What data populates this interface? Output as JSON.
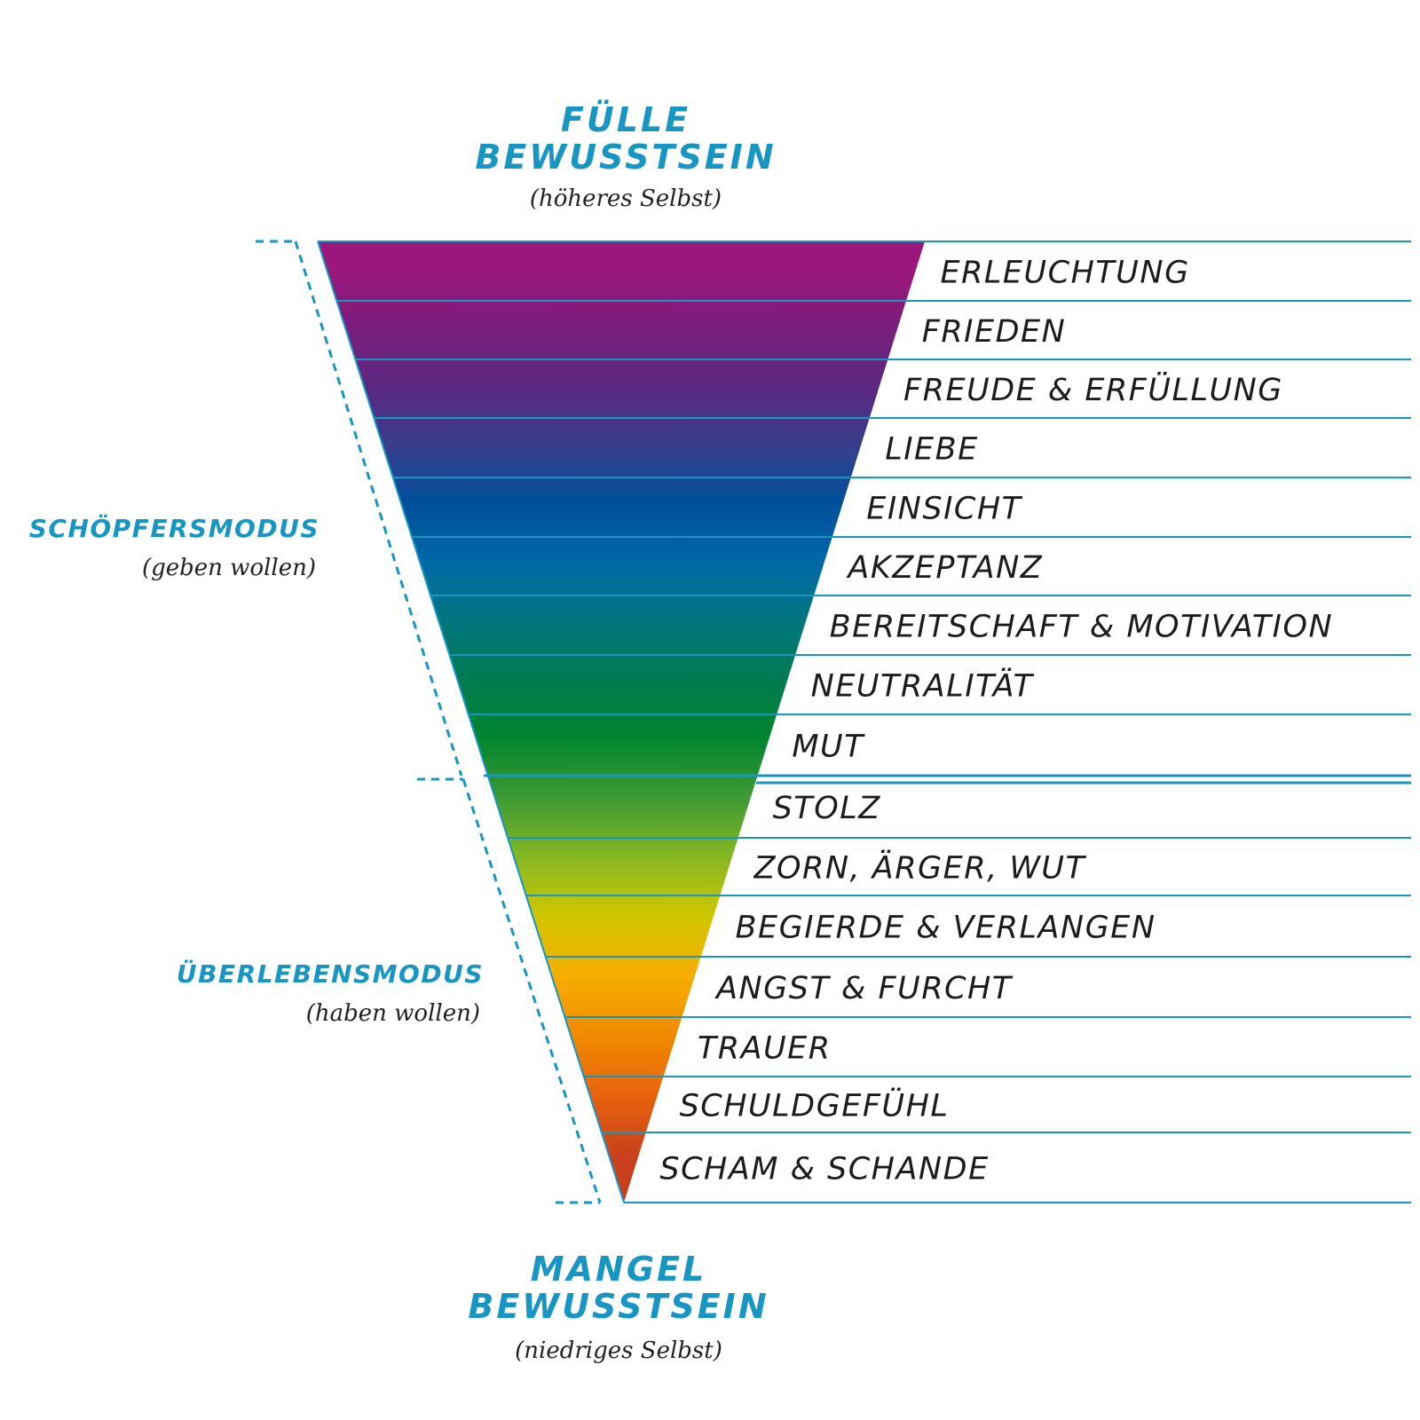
{
  "top": {
    "line1": "FÜLLE",
    "line2": "BEWUSSTSEIN",
    "sub": "(höheres Selbst)"
  },
  "bottom": {
    "line1": "MANGEL",
    "line2": "BEWUSSTSEIN",
    "sub": "(niedriges Selbst)"
  },
  "modes": {
    "creator": {
      "title": "SCHÖPFERSMODUS",
      "sub": "(geben wollen)"
    },
    "survival": {
      "title": "ÜBERLEBENSMODUS",
      "sub": "(haben wollen)"
    }
  },
  "levels": [
    {
      "label": "ERLEUCHTUNG",
      "color": "#9c177b"
    },
    {
      "label": "FRIEDEN",
      "color": "#7a1d7d"
    },
    {
      "label": "FREUDE & ERFÜLLUNG",
      "color": "#5c2780"
    },
    {
      "label": "LIEBE",
      "color": "#3a3d8c"
    },
    {
      "label": "EINSICHT",
      "color": "#004f9a"
    },
    {
      "label": "AKZEPTANZ",
      "color": "#0068a8"
    },
    {
      "label": "BEREITSCHAFT & MOTIVATION",
      "color": "#007680"
    },
    {
      "label": "NEUTRALITÄT",
      "color": "#007a52"
    },
    {
      "label": "MUT",
      "color": "#00852f"
    },
    {
      "label": "STOLZ",
      "color": "#3f9a33"
    },
    {
      "label": "ZORN, ÄRGER, WUT",
      "color": "#86b823"
    },
    {
      "label": "BEGIERDE & VERLANGEN",
      "color": "#d1c600"
    },
    {
      "label": "ANGST & FURCHT",
      "color": "#f6ad00"
    },
    {
      "label": "TRAUER",
      "color": "#f08a00"
    },
    {
      "label": "SCHULDGEFÜHL",
      "color": "#e9650d"
    },
    {
      "label": "SCHAM & SCHANDE",
      "color": "#c8411c"
    }
  ],
  "colors": {
    "accent": "#1796c4",
    "lines": "#1796c4",
    "subtitle": "#222222",
    "label": "#1c1c1c"
  }
}
